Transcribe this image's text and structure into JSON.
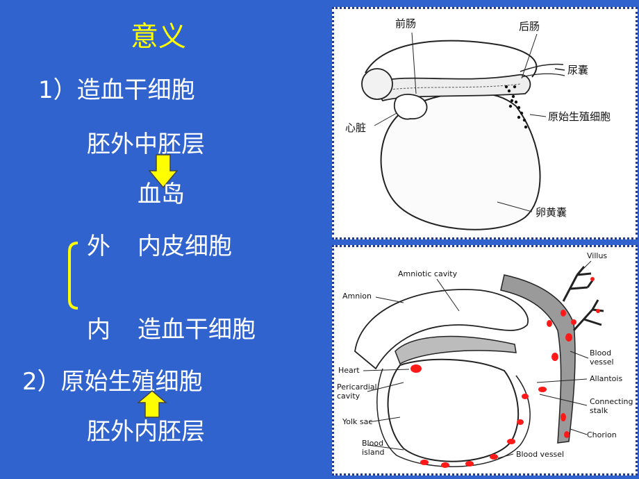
{
  "slide": {
    "title": "意义",
    "lines": {
      "item1": "1）造血干细胞",
      "ext_mesoderm": "胚外中胚层",
      "blood_island": "血岛",
      "outer": "外",
      "endothelial": "内皮细胞",
      "inner": "内",
      "hsc": "造血干细胞",
      "item2": "2）原始生殖细胞",
      "ext_endoderm": "胚外内胚层"
    }
  },
  "figure1": {
    "labels": {
      "foregut": "前肠",
      "hindgut": "后肠",
      "allantois": "尿囊",
      "pgc": "原始生殖细胞",
      "heart": "心脏",
      "yolk_sac": "卵黄囊"
    }
  },
  "figure2": {
    "labels": {
      "amniotic_cavity": "Amniotic cavity",
      "villus": "Villus",
      "amnion": "Amnion",
      "heart": "Heart",
      "blood_vessel_1": "Blood",
      "blood_vessel_2": "vessel",
      "pericardial_1": "Pericardial",
      "pericardial_2": "cavity",
      "allantois": "Allantois",
      "connecting_1": "Connecting",
      "connecting_2": "stalk",
      "yolk_sac": "Yolk sac",
      "chorion": "Chorion",
      "blood_island_1": "Blood",
      "blood_island_2": "island",
      "blood_vessel_bottom": "Blood vessel"
    }
  },
  "colors": {
    "background": "#3163cf",
    "title": "#ffff00",
    "arrow": "#ffff00",
    "brace": "#ffff00",
    "vessel": "#ff1a1a"
  }
}
